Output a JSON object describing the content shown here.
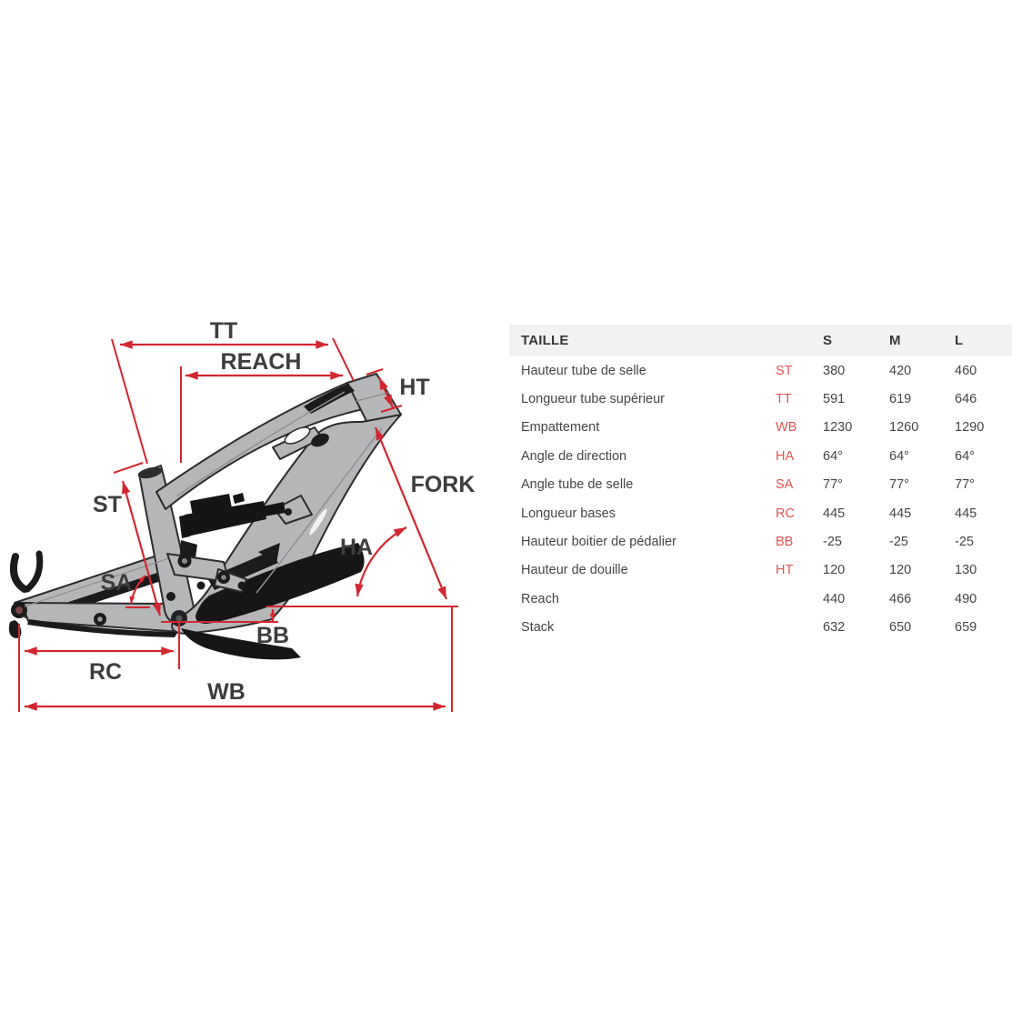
{
  "diagram": {
    "labels": {
      "tt": "TT",
      "reach": "REACH",
      "ht": "HT",
      "fork": "FORK",
      "ha": "HA",
      "st": "ST",
      "sa": "SA",
      "bb": "BB",
      "rc": "RC",
      "wb": "WB"
    },
    "colors": {
      "dimension_red": "#d32730",
      "frame_grey": "#b4b6b8",
      "frame_black": "#1b1b1b",
      "label_text": "#3d3d3d"
    }
  },
  "table": {
    "header": {
      "size_label": "TAILLE",
      "columns": [
        "S",
        "M",
        "L"
      ]
    },
    "rows": [
      {
        "label": "Hauteur tube de selle",
        "code": "ST",
        "values": [
          "380",
          "420",
          "460"
        ]
      },
      {
        "label": "Longueur tube supérieur",
        "code": "TT",
        "values": [
          "591",
          "619",
          "646"
        ]
      },
      {
        "label": "Empattement",
        "code": "WB",
        "values": [
          "1230",
          "1260",
          "1290"
        ]
      },
      {
        "label": "Angle de direction",
        "code": "HA",
        "values": [
          "64°",
          "64°",
          "64°"
        ]
      },
      {
        "label": "Angle tube de selle",
        "code": "SA",
        "values": [
          "77°",
          "77°",
          "77°"
        ]
      },
      {
        "label": "Longueur bases",
        "code": "RC",
        "values": [
          "445",
          "445",
          "445"
        ]
      },
      {
        "label": "Hauteur boitier de pédalier",
        "code": "BB",
        "values": [
          "-25",
          "-25",
          "-25"
        ]
      },
      {
        "label": "Hauteur de douille",
        "code": "HT",
        "values": [
          "120",
          "120",
          "130"
        ]
      },
      {
        "label": "Reach",
        "code": "",
        "values": [
          "440",
          "466",
          "490"
        ]
      },
      {
        "label": "Stack",
        "code": "",
        "values": [
          "632",
          "650",
          "659"
        ]
      }
    ],
    "colors": {
      "header_bg": "#f2f2f1",
      "code_red": "#e05454",
      "text": "#454545"
    }
  }
}
